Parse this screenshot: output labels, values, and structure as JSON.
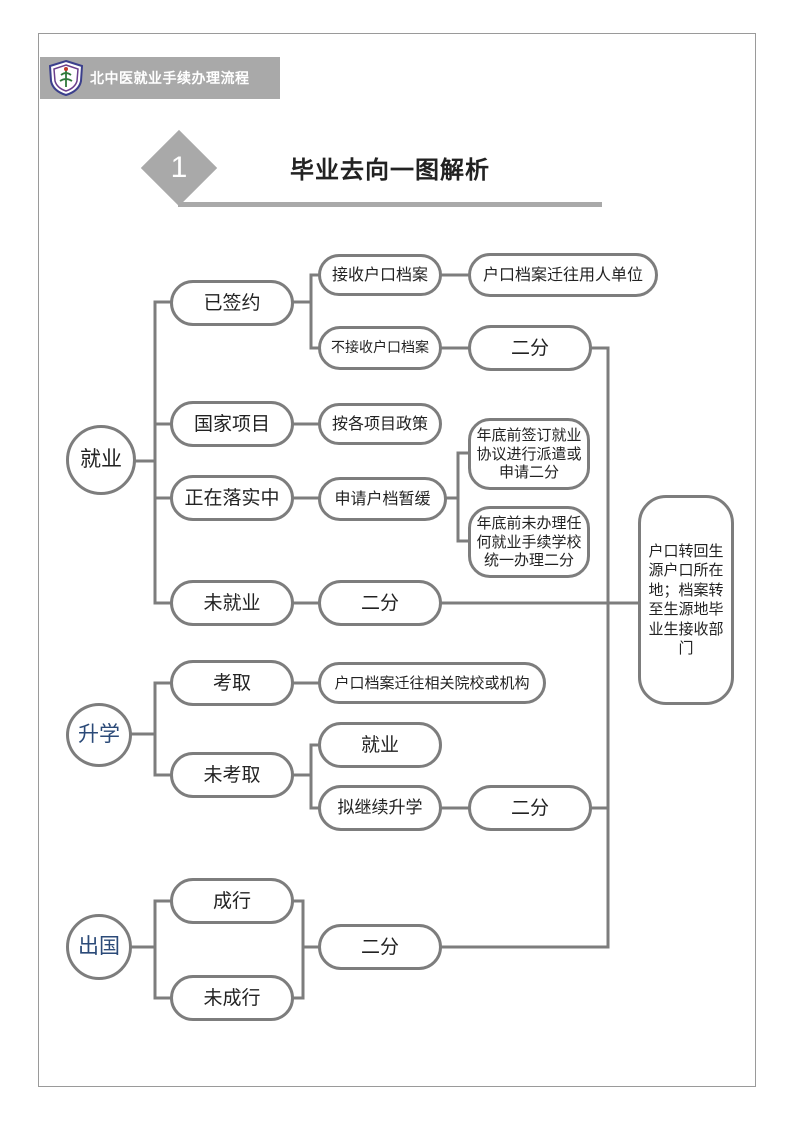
{
  "header": {
    "title": "北中医就业手续办理流程"
  },
  "section": {
    "number": "1",
    "title": "毕业去向一图解析"
  },
  "nodes": {
    "jiuye": "就业",
    "shengxue": "升学",
    "chuguo": "出国",
    "yiqianyue": "已签约",
    "guojiaxiangmu": "国家项目",
    "zhengzailuoshi": "正在落实中",
    "weijiuye": "未就业",
    "kaoqu": "考取",
    "weikaoqu": "未考取",
    "chengxing": "成行",
    "weichengxing": "未成行",
    "jieshou": "接收户口档案",
    "bujieshou": "不接收户口档案",
    "qianwang": "户口档案迁往用人单位",
    "erfen1": "二分",
    "angexiangmu": "按各项目政策",
    "shenqing": "申请户档暂缓",
    "nianqian1": "年底前签订就业协议进行派遣或申请二分",
    "nianqian2": "年底前未办理任何就业手续学校统一办理二分",
    "erfen2": "二分",
    "huko_yuanxiao": "户口档案迁往相关院校或机构",
    "jiuye2": "就业",
    "nijixu": "拟继续升学",
    "erfen3": "二分",
    "erfen4": "二分",
    "final": "户口转回生源户口所在地；档案转至生源地毕业生接收部门"
  },
  "colors": {
    "line": "#7d7d7d",
    "accent": "#a9a9a9",
    "blue_text": "#2b4a78"
  },
  "icons": {
    "logo": "university-shield-logo"
  }
}
